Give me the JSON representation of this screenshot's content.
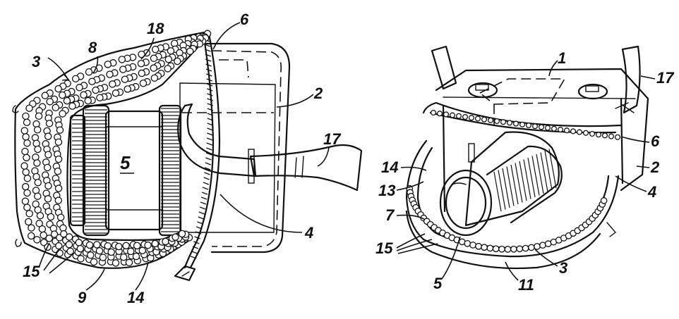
{
  "left_view": {
    "refs": {
      "r3": "3",
      "r8": "8",
      "r18": "18",
      "r6": "6",
      "r2": "2",
      "r17": "17",
      "r5": "5",
      "r4": "4",
      "r15": "15",
      "r9": "9",
      "r14": "14"
    }
  },
  "right_view": {
    "refs": {
      "r1": "1",
      "r17": "17",
      "r6": "6",
      "r2": "2",
      "r4": "4",
      "r14": "14",
      "r13": "13",
      "r7": "7",
      "r15": "15",
      "r5": "5",
      "r11": "11",
      "r3": "3"
    }
  }
}
